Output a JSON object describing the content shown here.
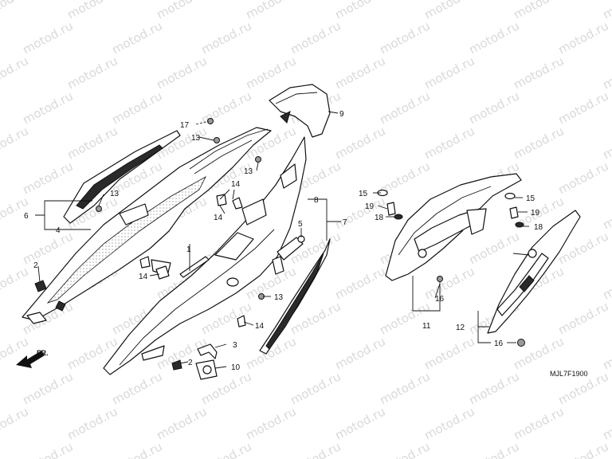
{
  "diagram": {
    "watermark_text": "motod.ru",
    "direction_label": "FR.",
    "drawing_code": "MJL7F1900",
    "callouts": {
      "n1": "1",
      "n2a": "2",
      "n2b": "2",
      "n3": "3",
      "n4": "4",
      "n5": "5",
      "n6": "6",
      "n7": "7",
      "n8": "8",
      "n9": "9",
      "n10": "10",
      "n11": "11",
      "n12": "12",
      "n13a": "13",
      "n13b": "13",
      "n13c": "13",
      "n13d": "13",
      "n14a": "14",
      "n14b": "14",
      "n14c": "14",
      "n14d": "14",
      "n15a": "15",
      "n15b": "15",
      "n16a": "16",
      "n16b": "16",
      "n17": "17",
      "n18a": "18",
      "n18b": "18",
      "n19a": "19",
      "n19b": "19"
    },
    "colors": {
      "line": "#111111",
      "watermark": "#d9d9d9",
      "background": "#ffffff"
    }
  }
}
